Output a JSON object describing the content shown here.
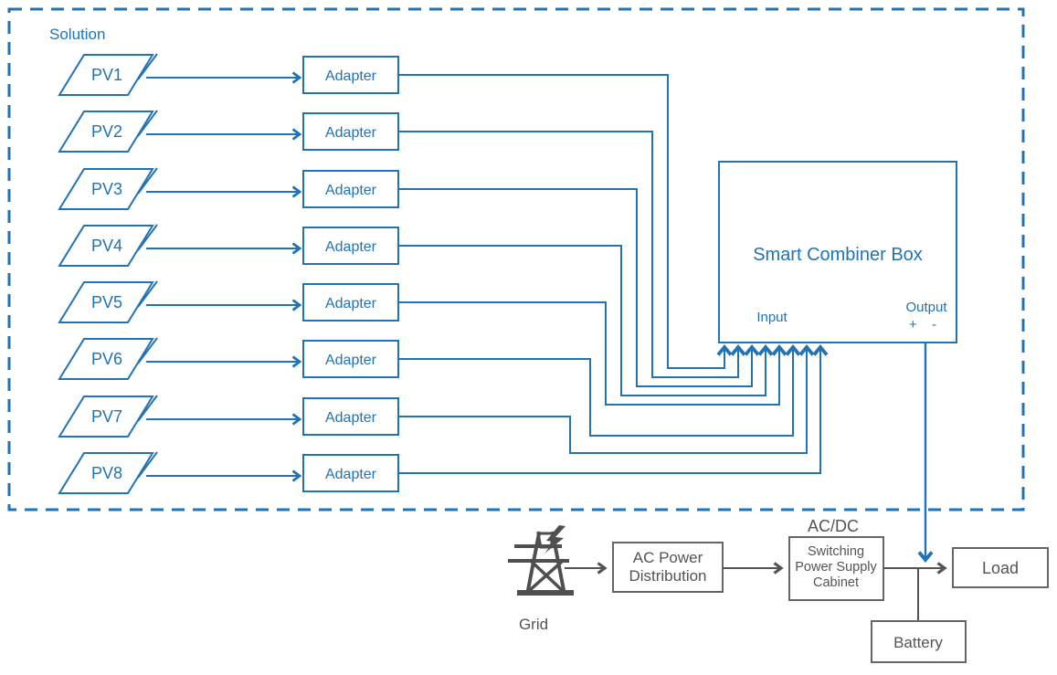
{
  "solution_label": "Solution",
  "colors": {
    "accent_blue": "#2173b4",
    "neutral_gray": "#545454"
  },
  "rows": [
    {
      "pv": "PV1",
      "adapter": "Adapter"
    },
    {
      "pv": "PV2",
      "adapter": "Adapter"
    },
    {
      "pv": "PV3",
      "adapter": "Adapter"
    },
    {
      "pv": "PV4",
      "adapter": "Adapter"
    },
    {
      "pv": "PV5",
      "adapter": "Adapter"
    },
    {
      "pv": "PV6",
      "adapter": "Adapter"
    },
    {
      "pv": "PV7",
      "adapter": "Adapter"
    },
    {
      "pv": "PV8",
      "adapter": "Adapter"
    }
  ],
  "combiner": {
    "title": "Smart Combiner Box",
    "input": "Input",
    "output": "Output",
    "polarity": "+ -"
  },
  "bottom": {
    "grid_label": "Grid",
    "ac_distribution": {
      "line1": "AC Power",
      "line2": "Distribution"
    },
    "acdc_title": "AC/DC",
    "cabinet": {
      "line1": "Switching",
      "line2": "Power Supply",
      "line3": "Cabinet"
    },
    "load_label": "Load",
    "battery_label": "Battery"
  },
  "icons": {
    "grid": "transmission-tower-icon",
    "lightning": "lightning-bolt-icon"
  }
}
